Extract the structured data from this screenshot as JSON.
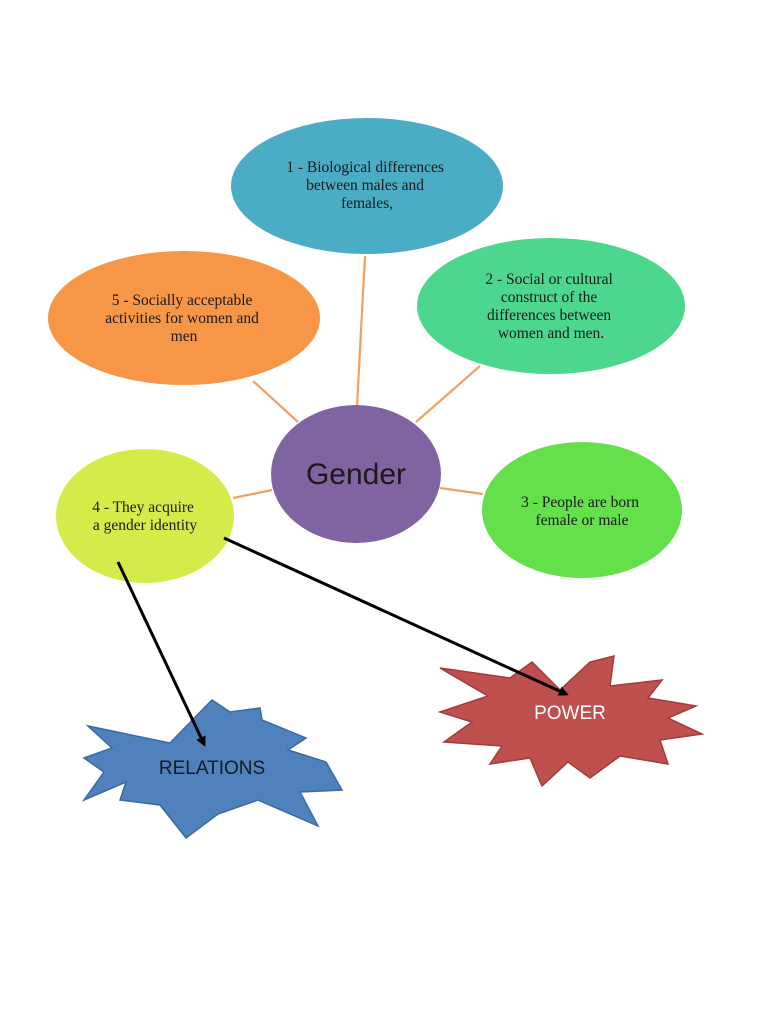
{
  "center": {
    "label": "Gender",
    "color": "#8064a2"
  },
  "nodes": [
    {
      "id": "1",
      "lines": [
        "1 - Biological differences",
        "between males and",
        "females,"
      ],
      "color": "#4bacc6"
    },
    {
      "id": "2",
      "lines": [
        "2 - Social or cultural",
        "construct of the",
        "differences between",
        "women and men."
      ],
      "color": "#4cd68e"
    },
    {
      "id": "3",
      "lines": [
        "3 - People are born",
        "female or male"
      ],
      "color": "#63e04a"
    },
    {
      "id": "4",
      "lines": [
        "4 - They acquire",
        "a gender identity"
      ],
      "color": "#d4eb4a"
    },
    {
      "id": "5",
      "lines": [
        "5 - Socially acceptable",
        "activities for women and",
        "men"
      ],
      "color": "#f79646"
    }
  ],
  "bursts": {
    "relations": {
      "label": "RELATIONS",
      "color": "#4f81bd",
      "text_color": "#1a1a1a"
    },
    "power": {
      "label": "POWER",
      "color": "#c0504d",
      "text_color": "#ffffff"
    }
  },
  "connector_color": "#f0a060"
}
